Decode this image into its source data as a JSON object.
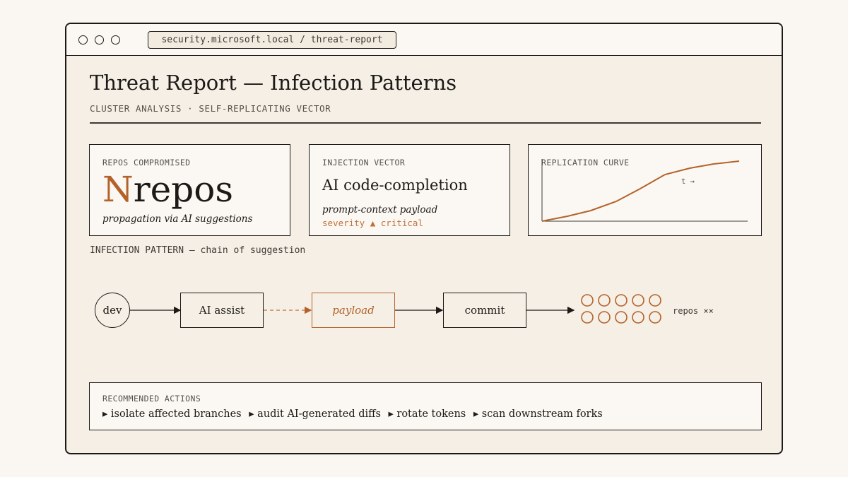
{
  "browser": {
    "url": "security.microsoft.local / threat-report"
  },
  "header": {
    "title": "Threat Report — Infection Patterns",
    "subtitle": "CLUSTER ANALYSIS · SELF-REPLICATING VECTOR"
  },
  "cards": {
    "repos": {
      "label": "REPOS COMPROMISED",
      "value_accent": "N",
      "value_rest": "repos",
      "caption": "propagation via AI suggestions"
    },
    "vector": {
      "label": "INJECTION VECTOR",
      "name": "AI code-completion",
      "caption": "prompt-context payload",
      "severity": "severity ▲ critical"
    },
    "curve": {
      "label": "REPLICATION CURVE",
      "axis_hint": "t →"
    }
  },
  "pattern": {
    "label": "INFECTION PATTERN — chain of suggestion",
    "nodes": [
      "dev",
      "AI assist",
      "payload",
      "commit"
    ],
    "repos_label": "repos ××"
  },
  "actions": {
    "label": "RECOMMENDED ACTIONS",
    "items": [
      "▸ isolate affected branches",
      "▸ audit AI-generated diffs",
      "▸ rotate tokens",
      "▸ scan downstream forks"
    ]
  },
  "colors": {
    "accent": "#b4622a",
    "ink": "#1c1917",
    "paper": "#f5efe6"
  }
}
